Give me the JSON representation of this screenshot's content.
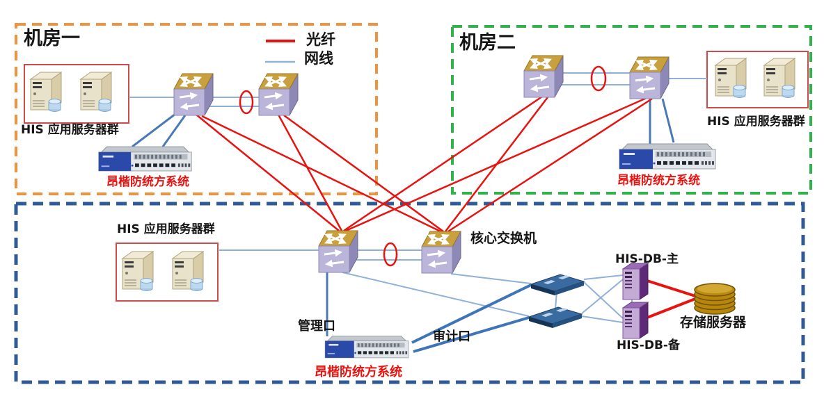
{
  "legend": {
    "fiber": {
      "label": "光纤",
      "color": "#e8120f"
    },
    "cable": {
      "label": "网线",
      "color": "#8fb0d8"
    }
  },
  "room1": {
    "title": "机房一",
    "server_group_label": "HIS 应用服务器群",
    "firewall_label": "昂楷防统方系统",
    "border_color": "#f0923e"
  },
  "room2": {
    "title": "机房二",
    "server_group_label": "HIS 应用服务器群",
    "firewall_label": "昂楷防统方系统",
    "border_color": "#2eb44a"
  },
  "datacenter": {
    "server_group_label": "HIS 应用服务器群",
    "core_switch_label": "核心交换机",
    "mgmt_port_label": "管理口",
    "audit_port_label": "审计口",
    "firewall_label": "昂楷防统方系统",
    "db_primary_label": "HIS-DB-主",
    "db_backup_label": "HIS-DB-备",
    "storage_label": "存储服务器",
    "border_color": "#2e5b97"
  }
}
